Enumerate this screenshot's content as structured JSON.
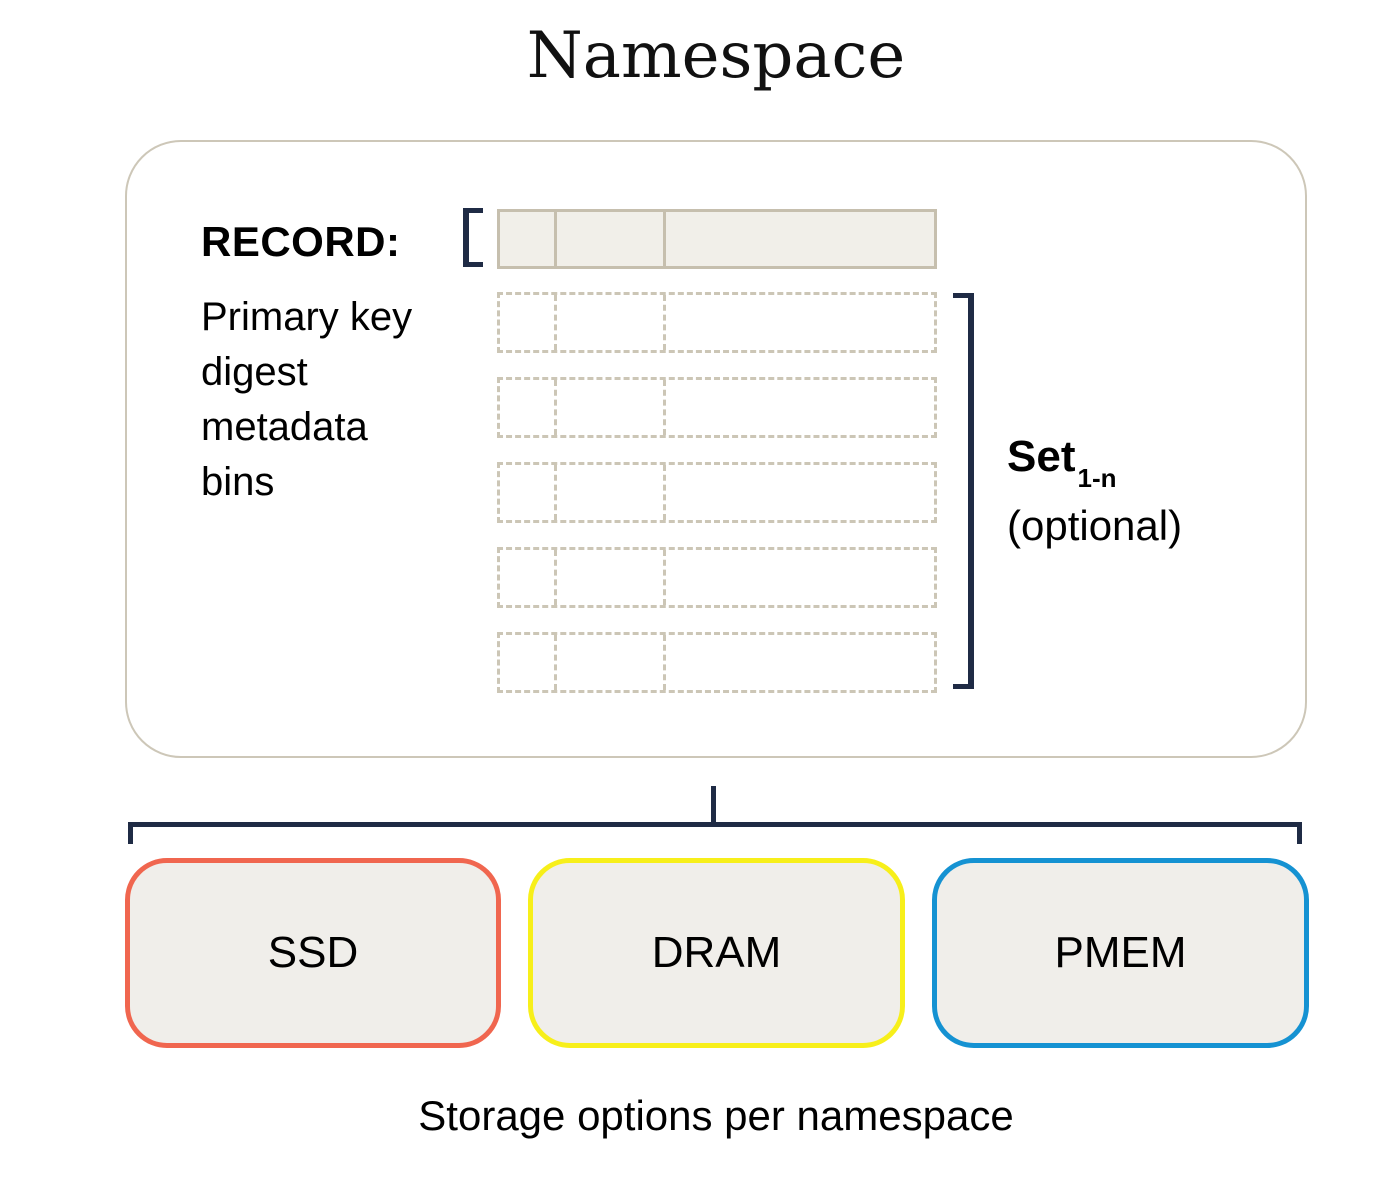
{
  "title": "Namespace",
  "record": {
    "label": "RECORD:",
    "attribute_lines": [
      "Primary key",
      "digest",
      "metadata",
      "bins"
    ],
    "row_count": 5
  },
  "set_annotation": {
    "label": "Set",
    "subscript": "1-n",
    "note": "(optional)"
  },
  "storage": {
    "caption": "Storage options per namespace",
    "options": [
      {
        "label": "SSD",
        "border_color": "#f0664f"
      },
      {
        "label": "DRAM",
        "border_color": "#f7ef1a"
      },
      {
        "label": "PMEM",
        "border_color": "#1592d2"
      }
    ]
  },
  "colors": {
    "bracket_navy": "#1f2b45",
    "container_border": "#cdc7b8",
    "record_border": "#c6bfae",
    "record_fill": "#f1efe9",
    "dashed_border": "#ccc6b6",
    "storage_box_fill": "#f0eeea"
  }
}
